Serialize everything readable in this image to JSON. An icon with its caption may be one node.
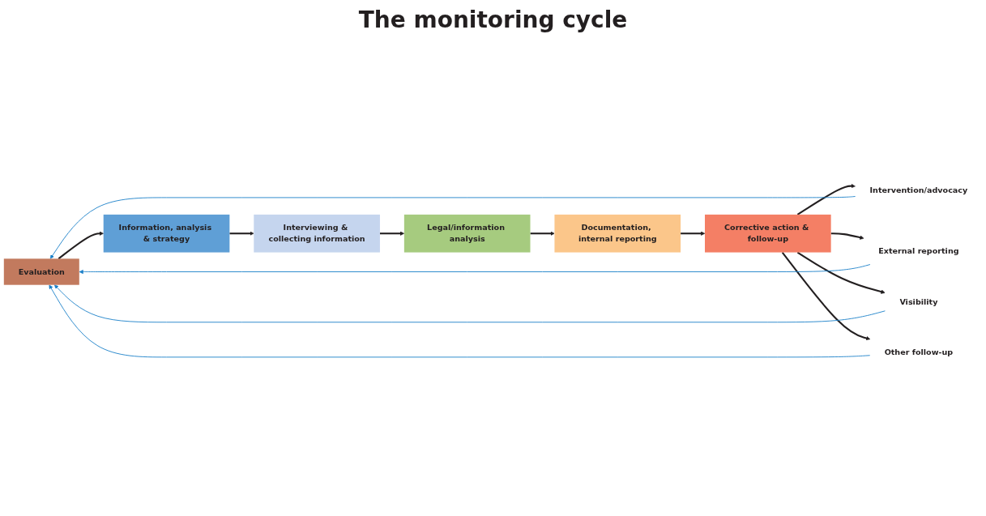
{
  "diagram": {
    "title": "The monitoring cycle",
    "nodes": [
      {
        "text": [
          "Evaluation"
        ]
      },
      {
        "text": [
          "Information, analysis & strategy"
        ]
      },
      {
        "text": [
          "Interviewing & collecting information"
        ]
      },
      {
        "text": [
          "Legal/information analysis"
        ]
      },
      {
        "text": [
          "Documentation, internal reporting"
        ]
      },
      {
        "text": [
          "Corrective action & follow-up"
        ]
      },
      {
        "text": [
          "Intervention/advocacy"
        ]
      },
      {
        "text": [
          "External reporting"
        ]
      },
      {
        "text": [
          "Visibility"
        ]
      },
      {
        "text": [
          "Other follow-up"
        ]
      }
    ],
    "edges": [
      {
        "from": 0,
        "to": 1,
        "arrow": "to"
      },
      {
        "from": 1,
        "to": 2,
        "arrow": "to"
      },
      {
        "from": 2,
        "to": 3,
        "arrow": "to"
      },
      {
        "from": 3,
        "to": 4,
        "arrow": "to"
      },
      {
        "from": 4,
        "to": 5,
        "arrow": "to"
      },
      {
        "from": 5,
        "to": 6,
        "arrow": "to"
      },
      {
        "from": 5,
        "to": 7,
        "arrow": "to"
      },
      {
        "from": 5,
        "to": 8,
        "arrow": "to"
      },
      {
        "from": 5,
        "to": 9,
        "arrow": "to"
      },
      {
        "from": 6,
        "to": 0,
        "arrow": "to",
        "color": "#1a7fc8"
      },
      {
        "from": 7,
        "to": 0,
        "arrow": "to",
        "color": "#1a7fc8"
      },
      {
        "from": 8,
        "to": 0,
        "arrow": "to",
        "color": "#1a7fc8"
      },
      {
        "from": 9,
        "to": 0,
        "arrow": "to",
        "color": "#1a7fc8"
      }
    ]
  }
}
